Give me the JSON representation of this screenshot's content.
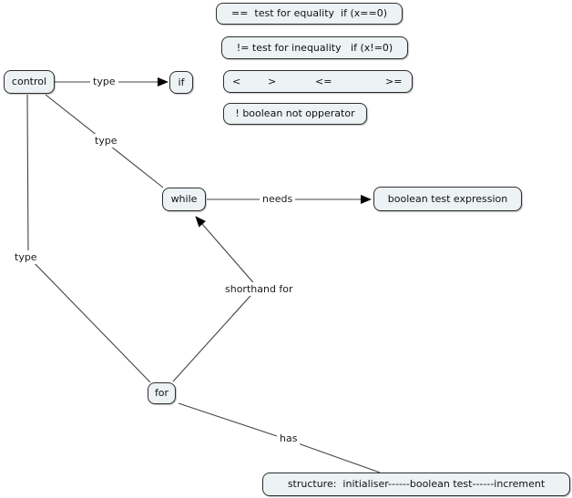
{
  "canvas": {
    "background": "#ffffff"
  },
  "palette": {
    "node_fill": "#edf2f4",
    "node_border": "#2e2e2e",
    "line_color": "#444444",
    "arrow_color": "#000000",
    "text_color": "#111111"
  },
  "nodes": {
    "control": {
      "label": "control"
    },
    "if_node": {
      "label": "if"
    },
    "while_node": {
      "label": "while"
    },
    "boolean_test": {
      "label": "boolean test expression"
    },
    "for_node": {
      "label": "for"
    },
    "structure": {
      "label": "structure:  initialiser------boolean test------increment"
    }
  },
  "link_labels": {
    "control_if": "type",
    "control_while": "type",
    "control_for": "type",
    "while_boolean": "needs",
    "for_while": "shorthand for",
    "for_structure": "has"
  },
  "notes": {
    "equality": "==  test for equality  if (x==0)",
    "inequality": "!= test for inequality   if (x!=0)",
    "comparison_ops": [
      "<",
      ">",
      "<=",
      ">="
    ],
    "boolean_not": "! boolean not opperator"
  }
}
